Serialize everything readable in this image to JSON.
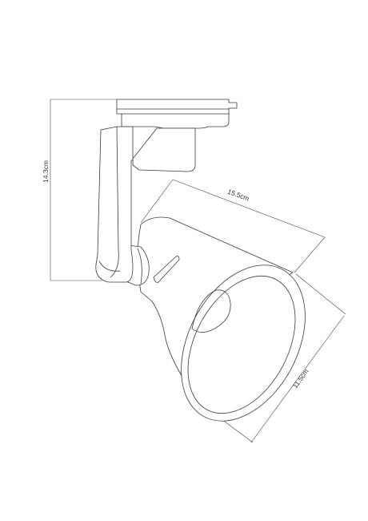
{
  "dimensions": {
    "height_label": "14.3cm",
    "length_label": "15.5cm",
    "diameter_label": "11.5cm"
  },
  "colors": {
    "line": "#3a3a3a",
    "background": "#ffffff"
  }
}
